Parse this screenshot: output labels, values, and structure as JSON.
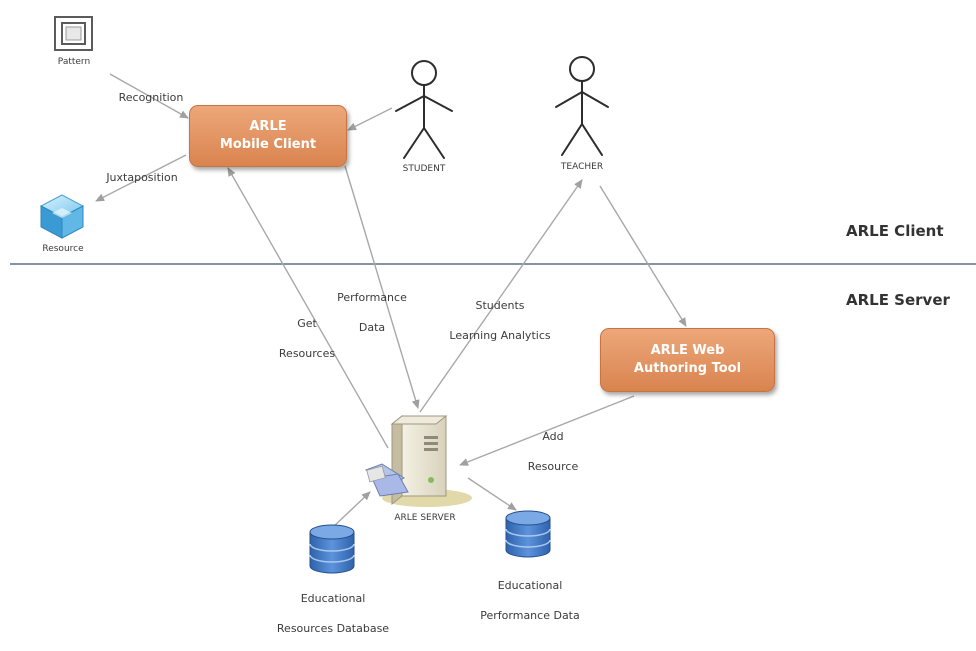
{
  "diagram": {
    "nodes": {
      "pattern": "Pattern",
      "resource": "Resource",
      "mobile_client": {
        "line1": "ARLE",
        "line2": "Mobile Client"
      },
      "web_tool": {
        "line1": "ARLE Web",
        "line2": "Authoring Tool"
      },
      "student": "STUDENT",
      "teacher": "TEACHER",
      "server": "ARLE SERVER",
      "resources_db": {
        "line1": "Educational",
        "line2": "Resources Database"
      },
      "performance_db": {
        "line1": "Educational",
        "line2": "Performance Data"
      }
    },
    "edges": {
      "recognition": "Recognition",
      "juxtaposition": "Juxtaposition",
      "get_resources": {
        "line1": "Get",
        "line2": "Resources"
      },
      "performance_data": {
        "line1": "Performance",
        "line2": "Data"
      },
      "students_analytics": {
        "line1": "Students",
        "line2": "Learning Analytics"
      },
      "add_resource": {
        "line1": "Add",
        "line2": "Resource"
      }
    },
    "zones": {
      "client": "ARLE Client",
      "server": "ARLE Server"
    },
    "colors": {
      "box": "#e3935f",
      "arrow": "#a8a8a8",
      "divider": "#5c7187",
      "database": "#3f78c4"
    }
  }
}
